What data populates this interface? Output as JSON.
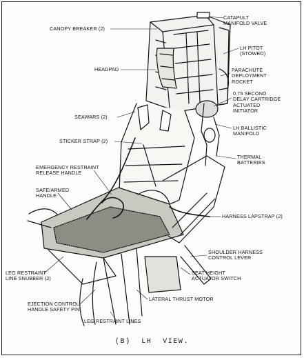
{
  "figure": {
    "caption": "(B)  LH VIEW.",
    "labels": {
      "canopy_breaker": "CANOPY BREAKER (2)",
      "catapult_manifold_valve": "CATAPULT\nMANIFOLD VALVE",
      "lh_pitot": "LH PITOT\n(STOWED)",
      "headpad": "HEADPAD",
      "parachute_deployment_rocket": "PARACHUTE\nDEPLOYMENT\nROCKET",
      "delay_cartridge": "0.75 SECOND\nDELAY CARTRIDGE\nACTUATED\nINITIATOR",
      "seawars": "SEAWARS (2)",
      "lh_ballistic_manifold": "LH BALLISTIC\nMANIFOLD",
      "sticker_strap": "STICKER STRAP (2)",
      "thermal_batteries": "THERMAL\nBATTERIES",
      "emergency_restraint_release_handle": "EMERGENCY RESTRAINT\nRELEASE HANDLE",
      "safe_armed_handle": "SAFE/ARMED\nHANDLE",
      "harness_lapstrap": "HARNESS LAPSTRAP (2)",
      "shoulder_harness_control_lever": "SHOULDER HARNESS\nCONTROL LEVER",
      "leg_restraint_line_snubber": "LEG RESTRAINT\nLINE SNUBBER (2)",
      "seat_height_actuator_switch": "SEAT HEIGHT\nACTUATOR SWITCH",
      "ejection_control_handle_safety_pin": "EJECTION CONTROL\nHANDLE SAFETY PIN",
      "lateral_thrust_motor": "LATERAL THRUST MOTOR",
      "leg_restraint_lines": "LEG RESTRAINT LINES"
    },
    "colors": {
      "ink": "#111111",
      "paper": "#fdfdfb"
    }
  }
}
